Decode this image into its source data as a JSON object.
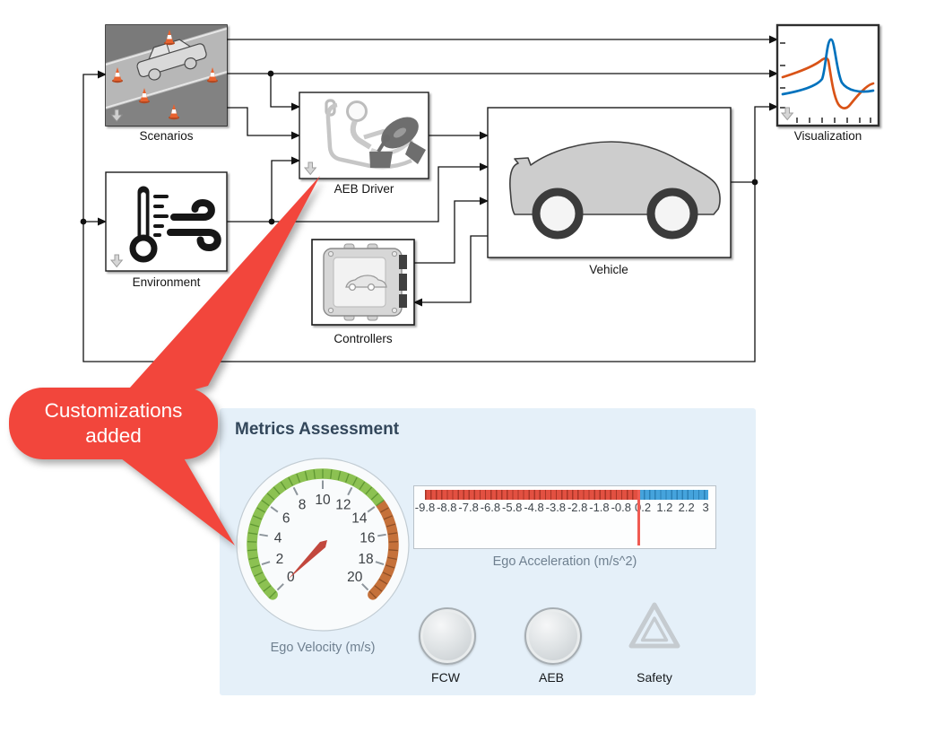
{
  "diagram": {
    "blocks": [
      {
        "id": "scenarios",
        "label": "Scenarios"
      },
      {
        "id": "environment",
        "label": "Environment"
      },
      {
        "id": "aeb-driver",
        "label": "AEB Driver"
      },
      {
        "id": "controllers",
        "label": "Controllers"
      },
      {
        "id": "vehicle",
        "label": "Vehicle"
      },
      {
        "id": "visualization",
        "label": "Visualization"
      }
    ],
    "wire_color": "#111111"
  },
  "callout": {
    "line1": "Customizations",
    "line2": "added",
    "bubble_color": "#f2463c",
    "text_color": "#ffffff"
  },
  "metrics_panel": {
    "title": "Metrics Assessment",
    "title_color": "#33475b",
    "background": "#e5f0f9",
    "lamps": [
      {
        "label": "FCW",
        "state": "off"
      },
      {
        "label": "AEB",
        "state": "off"
      }
    ],
    "safety": {
      "label": "Safety"
    }
  },
  "chart_data": [
    {
      "type": "gauge",
      "subtype": "circular",
      "title": "Ego Velocity (m/s)",
      "min": 0,
      "max": 20,
      "major_ticks": [
        0,
        2,
        4,
        6,
        8,
        10,
        12,
        14,
        16,
        18,
        20
      ],
      "minor_tick_step": 0.5,
      "value": 0,
      "needle_color": "#c2473d",
      "zones": [
        {
          "from": 0,
          "to": 14,
          "color": "#8cc152",
          "tick_color": "#5f9733"
        },
        {
          "from": 14,
          "to": 20,
          "color": "#c5713a",
          "tick_color": "#8f4f26"
        }
      ]
    },
    {
      "type": "gauge",
      "subtype": "linear",
      "title": "Ego Acceleration (m/s^2)",
      "min": -9.8,
      "max": 3.2,
      "tick_labels": [
        "-9.8",
        "-8.8",
        "-7.8",
        "-6.8",
        "-5.8",
        "-4.8",
        "-3.8",
        "-2.8",
        "-1.8",
        "-0.8",
        "0.2",
        "1.2",
        "2.2",
        "3"
      ],
      "tick_step": 1.0,
      "value": 0,
      "needle_color": "#f05b52",
      "zones": [
        {
          "from": -9.8,
          "to": 0,
          "color": "#e25041",
          "tick_color": "#a83527"
        },
        {
          "from": 0,
          "to": 3.2,
          "color": "#45a3dc",
          "tick_color": "#2a7fb5"
        }
      ]
    },
    {
      "type": "line",
      "title": "Visualization scope thumbnail",
      "axes": "unlabeled",
      "series": [
        {
          "name": "series-blue",
          "color": "#0072bd",
          "x": [
            0,
            0.2,
            0.4,
            0.47,
            0.53,
            0.58,
            0.65,
            0.8,
            1.0
          ],
          "y": [
            0.3,
            0.34,
            0.44,
            0.62,
            0.97,
            0.52,
            0.34,
            0.32,
            0.35
          ]
        },
        {
          "name": "series-orange",
          "color": "#d95319",
          "x": [
            0,
            0.2,
            0.38,
            0.45,
            0.52,
            0.6,
            0.7,
            0.85,
            1.0
          ],
          "y": [
            0.48,
            0.55,
            0.65,
            0.7,
            0.62,
            0.14,
            0.22,
            0.42,
            0.44
          ]
        }
      ]
    }
  ]
}
